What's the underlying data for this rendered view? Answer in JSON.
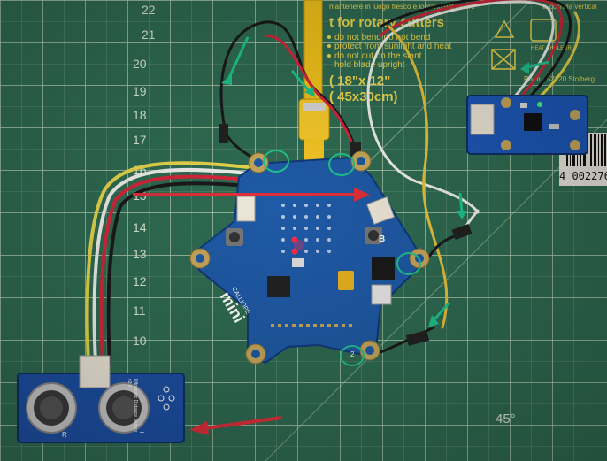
{
  "mat": {
    "ruler_numbers": [
      "22",
      "21",
      "20",
      "19",
      "18",
      "17",
      "16",
      "15",
      "14",
      "13",
      "12",
      "11",
      "10"
    ],
    "bottom_angle": "45°",
    "grid_color": "#cfe0c6",
    "mat_color": "#2f6b52"
  },
  "label": {
    "heading": "t for rotary cutters",
    "line1": "do not bend do not bend",
    "line2": "protect from sunlight and heat",
    "line3": "do not cut on the slant",
    "line4": "hold blade upright",
    "size_line1": "( 18\"x 12\"",
    "size_line2": "( 45x30cm)",
    "top_text": "mantenere in luogo fresco e lontano dal calore",
    "right_text": "Prym · 52220 Stolberg",
    "right_text2": "la cuchilla vertical",
    "heat_label": "HEAT CHALEUR",
    "barcode": "4 002276"
  },
  "board": {
    "brand_small": "CALLIOPE",
    "brand_large": "mini",
    "pin_label": "2",
    "button_b": "B",
    "board_color": "#1f5aa6"
  },
  "ultrasonic": {
    "title": "Ultrasonic Distance Sensor",
    "version": "v2.0",
    "label_r": "R",
    "label_t": "T",
    "board_color": "#1d4fa3"
  },
  "sensor_module": {
    "board_color": "#1d58b8"
  },
  "annotations": {
    "arrow_color": "#1fc48c",
    "red_arrow_color": "#e0303a",
    "circle_color": "#1fc48c"
  }
}
